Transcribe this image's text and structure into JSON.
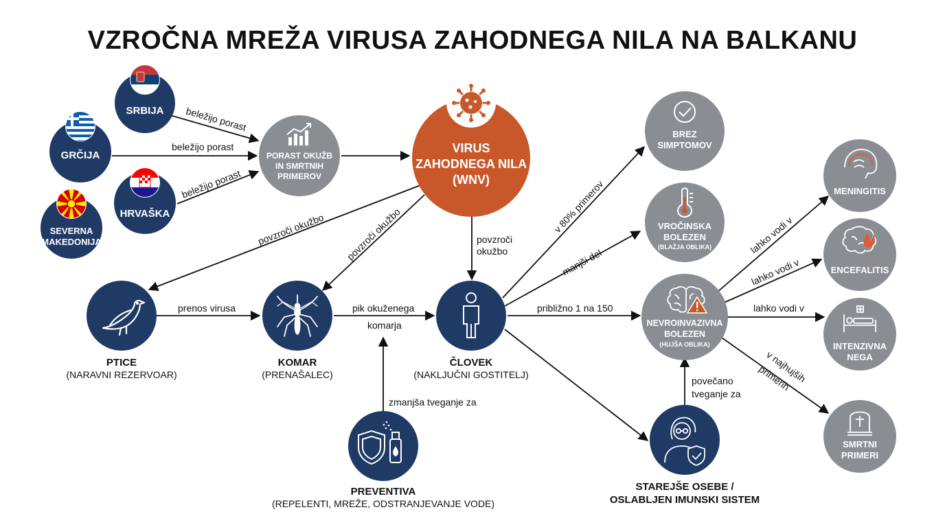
{
  "title": "VZROČNA MREŽA VIRUSA ZAHODNEGA NILA NA BALKANU",
  "colors": {
    "navy": "#1f3a64",
    "gray": "#8a8e93",
    "orange": "#c8582a",
    "outline": "#6d7075"
  },
  "nodes": {
    "srbija": {
      "label": "SRBIJA",
      "icon": "serbia-flag-icon"
    },
    "grcija": {
      "label": "GRČIJA",
      "icon": "greece-flag-icon"
    },
    "hrvaska": {
      "label": "HRVAŠKA",
      "icon": "croatia-flag-icon"
    },
    "makedonija": {
      "line1": "SEVERNA",
      "line2": "MAKEDONIJA",
      "icon": "north-macedonia-flag-icon"
    },
    "porast": {
      "line1": "PORAST OKUŽB",
      "line2": "IN SMRTNIH",
      "line3": "PRIMEROV",
      "icon": "rising-chart-icon"
    },
    "virus": {
      "line1": "VIRUS",
      "line2": "ZAHODNEGA NILA",
      "line3": "(WNV)",
      "icon": "virus-icon"
    },
    "ptice": {
      "caption": "PTICE",
      "sub": "(NARAVNI REZERVOAR)",
      "icon": "bird-icon"
    },
    "komar": {
      "caption": "KOMAR",
      "sub": "(PRENAŠALEC)",
      "icon": "mosquito-icon"
    },
    "clovek": {
      "caption": "ČLOVEK",
      "sub": "(NAKLJUČNI GOSTITELJ)",
      "icon": "person-icon"
    },
    "preventiva": {
      "caption": "PREVENTIVA",
      "sub": "(REPELENTI, MREŽE, ODSTRANJEVANJE VODE)",
      "icon": "shield-spray-icon"
    },
    "brez": {
      "line1": "BREZ",
      "line2": "SIMPTOMOV",
      "icon": "check-circle-icon"
    },
    "vrocinska": {
      "line1": "VROČINSKA",
      "line2": "BOLEZEN",
      "sub": "(BLAŽJA OBLIKA)",
      "icon": "thermometer-icon"
    },
    "nevro": {
      "line1": "NEVROINVAZIVNA",
      "line2": "BOLEZEN",
      "sub": "(HUJŠA OBLIKA)",
      "icon": "brain-warning-icon"
    },
    "starejse": {
      "caption1": "STAREJŠE OSEBE /",
      "caption2": "OSLABLJEN IMUNSKI SISTEM",
      "icon": "elderly-person-shield-icon"
    },
    "meningitis": {
      "label": "MENINGITIS",
      "icon": "brain-meninges-icon"
    },
    "encefalitis": {
      "label": "ENCEFALITIS",
      "icon": "brain-inflamed-icon"
    },
    "intenzivna": {
      "line1": "INTENZIVNA",
      "line2": "NEGA",
      "icon": "hospital-bed-icon"
    },
    "smrtni": {
      "line1": "SMRTNI",
      "line2": "PRIMERI",
      "icon": "gravestone-icon"
    }
  },
  "edges": {
    "srbija_porast": "beležijo porast",
    "grcija_porast": "beležijo porast",
    "hrvaska_porast": "beležijo porast",
    "virus_ptice": "povzroči okužbo",
    "virus_komar": "povzroči okužbo",
    "virus_clovek_1": "povzroči",
    "virus_clovek_2": "okužbo",
    "ptice_komar": "prenos virusa",
    "komar_clovek_1": "pik okuženega",
    "komar_clovek_2": "komarja",
    "preventiva_komar": "zmanjša tveganje za",
    "clovek_brez": "v 80% primerov",
    "clovek_vrocinska": "manjši del",
    "clovek_nevro": "približno 1 na 150",
    "starejse_nevro_1": "povečano",
    "starejse_nevro_2": "tveganje za",
    "nevro_meningitis": "lahko vodi v",
    "nevro_encefalitis": "lahko vodi v",
    "nevro_intenzivna": "lahko vodi v",
    "nevro_smrtni_1": "v najhujših",
    "nevro_smrtni_2": "primerih"
  }
}
